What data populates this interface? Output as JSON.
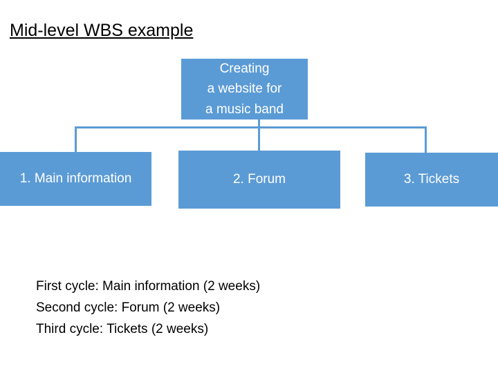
{
  "slide": {
    "title": "Mid-level WBS example",
    "accent_color": "#5b9bd5",
    "background_color": "#ffffff",
    "text_color": "#000000",
    "node_text_color": "#ffffff"
  },
  "diagram": {
    "type": "work-breakdown-structure",
    "root": {
      "label": "Creating\na website for\na music band"
    },
    "children": [
      {
        "label": "1. Main information"
      },
      {
        "label": "2. Forum"
      },
      {
        "label": "3. Tickets"
      }
    ]
  },
  "cycles": {
    "lines": [
      "First cycle: Main information (2 weeks)",
      "Second cycle: Forum (2 weeks)",
      "Third cycle: Tickets (2 weeks)"
    ]
  }
}
